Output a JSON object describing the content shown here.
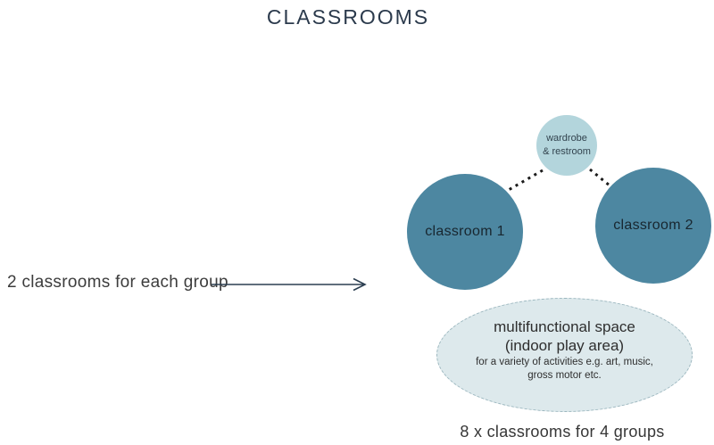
{
  "title": "CLASSROOMS",
  "left_note": {
    "label": "2 classrooms for each group"
  },
  "nodes": {
    "wardrobe": {
      "line1": "wardrobe",
      "line2": "& restroom"
    },
    "classroom1": {
      "label": "classroom 1"
    },
    "classroom2": {
      "label": "classroom 2"
    }
  },
  "multifunctional": {
    "line1": "multifunctional space",
    "line2": "(indoor play area)",
    "line3": "for a variety of activities e.g. art, music,",
    "line4": "gross motor etc."
  },
  "bottom_note": "8 x classrooms for 4 groups",
  "colors": {
    "title_text": "#2b3a4c",
    "classroom_circle_fill": "#4d87a1",
    "wardrobe_circle_fill": "#b3d5dc",
    "multifunctional_fill": "#dde9ec",
    "multifunctional_border": "#9cb7bf",
    "arrow": "#2b3e50",
    "connector_dashes": "#1b1b1b",
    "body_text": "#3c3c3c"
  }
}
